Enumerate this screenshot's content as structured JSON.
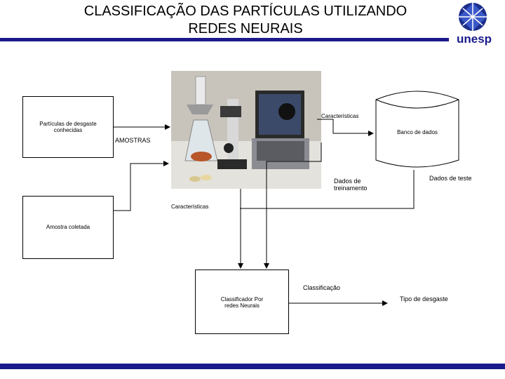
{
  "title": "CLASSIFICAÇÃO DAS PARTÍCULAS UTILIZANDO REDES NEURAIS",
  "logo_text": "unesp",
  "colors": {
    "bar": "#1a1a8c",
    "logo_blue": "#1c2e8c"
  },
  "nodes": {
    "particulas": "Partículas de desgaste conhecidas",
    "amostra": "Amostra coletada",
    "banco": "Banco de dados",
    "classificador": "Classificador Por redes Neurais"
  },
  "labels": {
    "amostras": "AMOSTRAS",
    "caracteristicas_top": "Características",
    "caracteristicas_mid": "Características",
    "treinamento": "Dados de treinamento",
    "teste": "Dados de teste",
    "classificacao": "Classificação",
    "tipo": "Tipo de desgaste"
  }
}
